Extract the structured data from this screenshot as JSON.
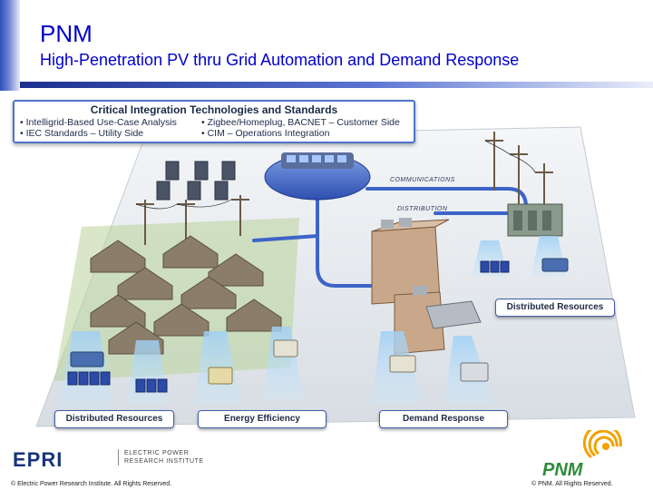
{
  "header": {
    "title": "PNM",
    "subtitle": "High-Penetration PV thru Grid Automation and Demand Response"
  },
  "tech_box": {
    "title": "Critical Integration Technologies and Standards",
    "items": [
      "• Intelligrid-Based Use-Case Analysis",
      "• Zigbee/Homeplug, BACNET – Customer Side",
      "• IEC Standards – Utility Side",
      "• CIM – Operations Integration"
    ]
  },
  "diagram": {
    "communications_label": "COMMUNICATIONS",
    "distribution_label": "DISTRIBUTION",
    "callouts": {
      "distributed_resources_right": "Distributed Resources",
      "distributed_resources_left": "Distributed Resources",
      "energy_efficiency": "Energy Efficiency",
      "demand_response": "Demand Response"
    },
    "colors": {
      "grid_line": "#3c64c8",
      "platform": "#e6eaee",
      "panel": "#2c4aa8",
      "roof": "#7a6f5e",
      "building": "#c9a78a"
    }
  },
  "footer": {
    "epri_logo_text": "EPRI",
    "epri_name_lines": [
      "ELECTRIC POWER",
      "RESEARCH INSTITUTE"
    ],
    "epri_copyright": "© Electric Power Research Institute. All Rights Reserved.",
    "pnm_logo_text": "PNM",
    "pnm_copyright": "© PNM. All Rights Reserved."
  },
  "theme": {
    "title_color": "#0000cc",
    "accent_blue": "#2f4fb8",
    "pnm_orange": "#f2a100",
    "pnm_green": "#2e8b3a"
  }
}
